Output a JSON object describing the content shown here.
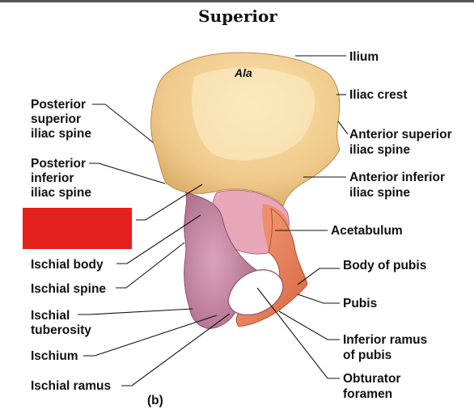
{
  "title": "Superior",
  "panel_label": "(b)",
  "region_label": "Ala",
  "colors": {
    "ilium": "#f1cf8c",
    "ischium": "#c98aa7",
    "pubis": "#e8865e",
    "redaction": "#e3201b"
  },
  "labels": {
    "ilium": "Ilium",
    "iliac_crest": "Iliac crest",
    "asis": [
      "Anterior superior",
      "iliac spine"
    ],
    "aiis": [
      "Anterior inferior",
      "iliac spine"
    ],
    "acetabulum": "Acetabulum",
    "body_of_pubis": "Body of pubis",
    "pubis": "Pubis",
    "inferior_ramus_of_pubis": [
      "Inferior ramus",
      "of pubis"
    ],
    "obturator_foramen": [
      "Obturator",
      "foramen"
    ],
    "psis": [
      "Posterior",
      "superior",
      "iliac spine"
    ],
    "piis": [
      "Posterior",
      "inferior",
      "iliac spine"
    ],
    "ischial_body": "Ischial body",
    "ischial_spine": "Ischial spine",
    "ischial_tuberosity": [
      "Ischial",
      "tuberosity"
    ],
    "ischium": "Ischium",
    "ischial_ramus": "Ischial ramus"
  }
}
